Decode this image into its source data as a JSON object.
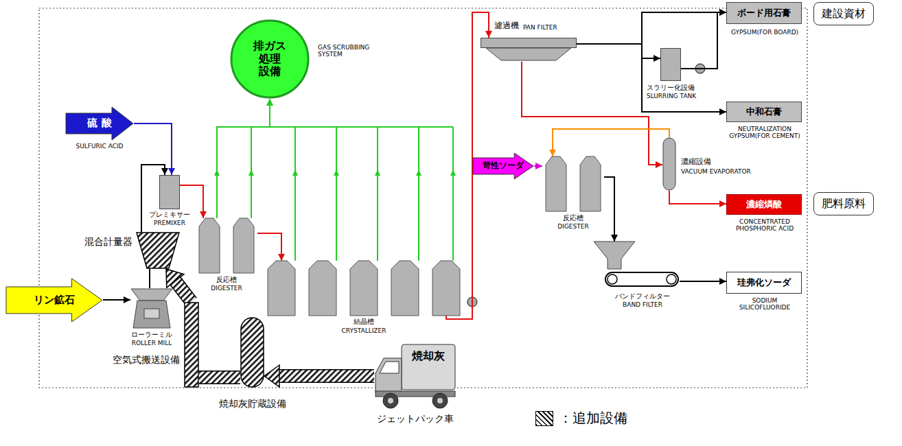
{
  "diagram": {
    "nodes": [
      {
        "text": [
          "硫酸",
          "SULFURIC ACID"
        ]
      },
      {
        "text": [
          "排ガス 処理 設備",
          "GAS SCRUBBING SYSTEM"
        ]
      },
      {
        "text": [
          "濾過機",
          "PAN FILTER"
        ]
      },
      {
        "text": [
          "ボード用石膏",
          "GYPSUM(FOR BOARD)"
        ]
      },
      {
        "text": [
          "建設資材"
        ]
      },
      {
        "text": [
          "プレミキサー",
          "PREMIXER"
        ]
      },
      {
        "text": [
          "スラリー化設備",
          "SLURRING TANK"
        ]
      },
      {
        "text": [
          "中和石膏",
          "NEUTRALIZATION GYPSUM(FOR CEMENT)"
        ]
      },
      {
        "text": [
          "反応槽",
          "DIGESTER"
        ]
      },
      {
        "text": [
          "濃縮設備",
          "VACUUM EVAPORATOR"
        ]
      },
      {
        "text": [
          "苛性ソーダ"
        ]
      },
      {
        "text": [
          "反応槽",
          "DIGESTER"
        ]
      },
      {
        "text": [
          "混合計量器"
        ]
      },
      {
        "text": [
          "濃縮燐酸",
          "CONCENTRATED PHOSPHORIC ACID"
        ]
      },
      {
        "text": [
          "肥料原料"
        ]
      },
      {
        "text": [
          "リン鉱石"
        ]
      },
      {
        "text": [
          "ローラーミル",
          "ROLLER MILL"
        ]
      },
      {
        "text": [
          "結晶槽",
          "CRYSTALLIZER"
        ]
      },
      {
        "text": [
          "バンドフィルター",
          "BAND FILTER"
        ]
      },
      {
        "text": [
          "珪弗化ソーダ",
          "SODIUM SILICOFLUORIDE"
        ]
      },
      {
        "text": [
          "空気式搬送設備"
        ]
      },
      {
        "text": [
          "焼却灰貯蔵設備"
        ]
      },
      {
        "text": [
          "焼却灰",
          "ジェットパック車"
        ]
      }
    ],
    "edges": [
      {
        "from": 0,
        "to": 5,
        "arrow": "to"
      },
      {
        "from": 12,
        "to": 5,
        "arrow": "to"
      },
      {
        "from": 15,
        "to": 16,
        "arrow": "to"
      },
      {
        "from": 16,
        "to": 12,
        "arrow": "none"
      },
      {
        "from": 5,
        "to": 8,
        "arrow": "to"
      },
      {
        "from": 8,
        "to": 17,
        "arrow": "to"
      },
      {
        "from": 8,
        "to": 1,
        "arrow": "to"
      },
      {
        "from": 17,
        "to": 1,
        "arrow": "to"
      },
      {
        "from": 17,
        "to": 2,
        "arrow": "to"
      },
      {
        "from": 2,
        "to": 3,
        "arrow": "to"
      },
      {
        "from": 2,
        "to": 6,
        "arrow": "to"
      },
      {
        "from": 6,
        "to": 3,
        "arrow": "to"
      },
      {
        "from": 2,
        "to": 7,
        "arrow": "to"
      },
      {
        "from": 2,
        "to": 9,
        "arrow": "to"
      },
      {
        "from": 9,
        "to": 11,
        "arrow": "to"
      },
      {
        "from": 10,
        "to": 11,
        "arrow": "to"
      },
      {
        "from": 9,
        "to": 13,
        "arrow": "to"
      },
      {
        "from": 11,
        "to": 18,
        "arrow": "to"
      },
      {
        "from": 18,
        "to": 19,
        "arrow": "to"
      },
      {
        "from": 22,
        "to": 21,
        "arrow": "to"
      },
      {
        "from": 21,
        "to": 20,
        "arrow": "none"
      },
      {
        "from": 20,
        "to": 12,
        "arrow": "to"
      }
    ],
    "legend": [
      {
        "text": "：追加設備"
      }
    ]
  }
}
